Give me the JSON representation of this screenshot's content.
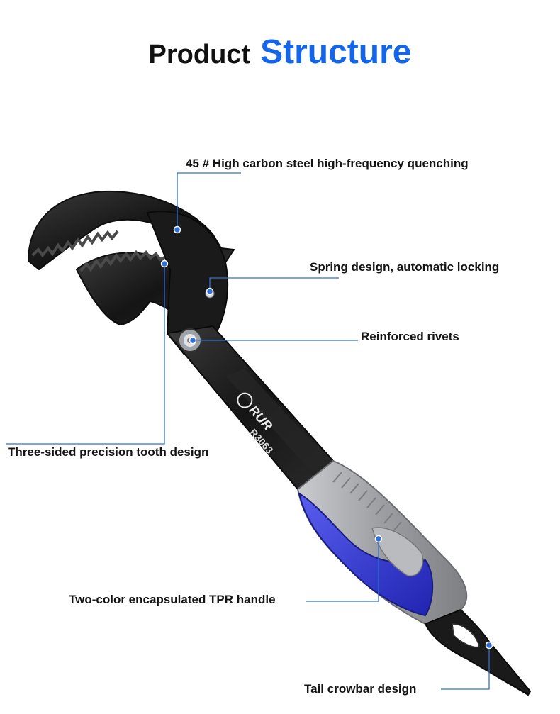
{
  "title": {
    "prefix": "Product",
    "highlight": "Structure"
  },
  "features": {
    "steel": "45 # High carbon steel high-frequency quenching",
    "spring": "Spring design, automatic locking",
    "rivets": "Reinforced rivets",
    "tooth": "Three-sided precision tooth design",
    "handle": "Two-color encapsulated TPR handle",
    "tail": "Tail crowbar design"
  },
  "product": {
    "brand": "RUR",
    "model": "R3063"
  },
  "colors": {
    "accent": "#1565e8",
    "callout_line": "#2f6fd6",
    "wrench_body": "#1b1b1b",
    "grip_blue": "#3b3fd8",
    "grip_grey": "#a9abae"
  }
}
